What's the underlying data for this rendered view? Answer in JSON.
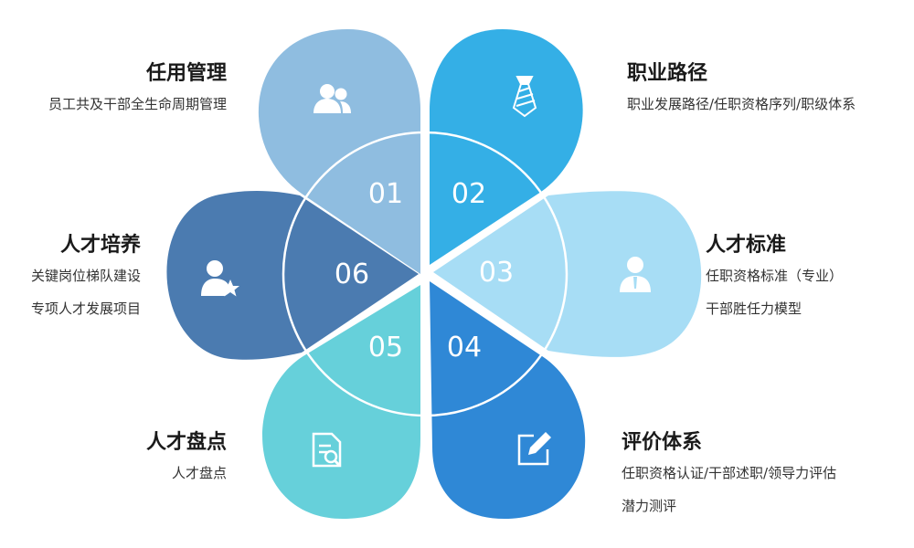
{
  "colors": {
    "petal1": "#8fbde0",
    "petal2": "#34afe6",
    "petal3": "#a7ddf5",
    "petal4": "#2f88d6",
    "petal5": "#66d0da",
    "petal6": "#4b7bb0",
    "ring": "#ffffff"
  },
  "petals": [
    {
      "num": "01",
      "icon": "users-icon"
    },
    {
      "num": "02",
      "icon": "tie-icon"
    },
    {
      "num": "03",
      "icon": "person-icon"
    },
    {
      "num": "04",
      "icon": "edit-icon"
    },
    {
      "num": "05",
      "icon": "document-search-icon"
    },
    {
      "num": "06",
      "icon": "person-star-icon"
    }
  ],
  "blocks": {
    "b1": {
      "title": "任用管理",
      "lines": [
        "员工共及干部全生命周期管理"
      ]
    },
    "b2": {
      "title": "职业路径",
      "lines": [
        "职业发展路径/任职资格序列/职级体系"
      ]
    },
    "b3": {
      "title": "人才标准",
      "lines": [
        "任职资格标准（专业）",
        "干部胜任力模型"
      ]
    },
    "b4": {
      "title": "评价体系",
      "lines": [
        "任职资格认证/干部述职/领导力评估",
        "潜力测评"
      ]
    },
    "b5": {
      "title": "人才盘点",
      "lines": [
        "人才盘点"
      ]
    },
    "b6": {
      "title": "人才培养",
      "lines": [
        "关键岗位梯队建设",
        "专项人才发展项目"
      ]
    }
  }
}
